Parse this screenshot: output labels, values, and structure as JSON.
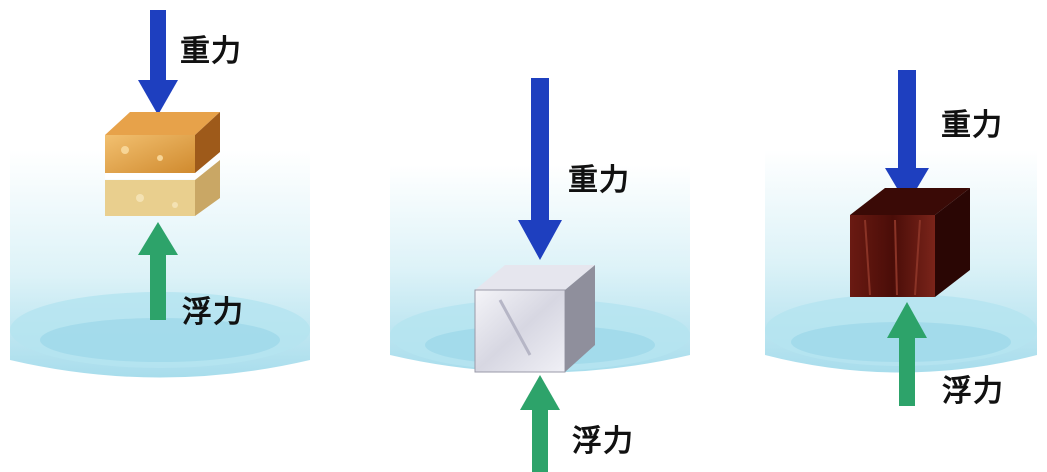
{
  "colors": {
    "gravity_arrow": "#1e3fbf",
    "buoyancy_arrow": "#2da36a",
    "water": "#bfe8f2",
    "water_edge": "#8fd3e6"
  },
  "panels": [
    {
      "object": "wood-block-cut",
      "gravity_label": "重力",
      "buoyancy_label": "浮力"
    },
    {
      "object": "ice-cube",
      "gravity_label": "重力",
      "buoyancy_label": "浮力"
    },
    {
      "object": "dark-wood-cube",
      "gravity_label": "重力",
      "buoyancy_label": "浮力"
    }
  ]
}
